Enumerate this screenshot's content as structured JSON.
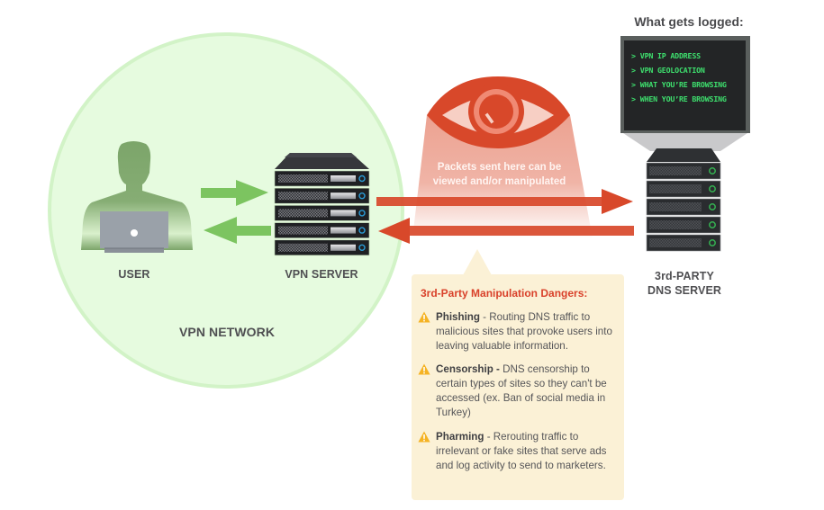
{
  "colors": {
    "network_fill": "#e6fbdf",
    "network_stroke": "#d2f3c7",
    "green_arrow": "#7cc460",
    "red_arrow": "#d8482a",
    "eye_red": "#d8482a",
    "beam": "#eca393",
    "server_dark": "#232427",
    "vpn_led": "#2a9bd6",
    "dns_led": "#35b352",
    "terminal_text": "#3ee06e",
    "danger_title": "#d9412a",
    "danger_bg": "#fbf1d6",
    "warning_icon": "#f5b324"
  },
  "network": {
    "label": "VPN NETWORK",
    "user_label": "USER",
    "vpn_server_label": "VPN SERVER"
  },
  "interception": {
    "icon": "eye-icon",
    "text_line1": "Packets sent here can be",
    "text_line2": "viewed and/or manipulated"
  },
  "logging": {
    "title": "What gets logged:",
    "items": [
      {
        "prompt": ">",
        "text": "VPN IP ADDRESS"
      },
      {
        "prompt": ">",
        "text": "VPN GEOLOCATION"
      },
      {
        "prompt": ">",
        "text": "WHAT YOU’RE BROWSING"
      },
      {
        "prompt": ">",
        "text": "WHEN YOU’RE BROWSING"
      }
    ]
  },
  "dns_server": {
    "label_line1": "3rd-PARTY",
    "label_line2": "DNS SERVER"
  },
  "dangers": {
    "title": "3rd-Party Manipulation Dangers:",
    "items": [
      {
        "icon": "warning-icon",
        "name": "Phishing",
        "separator": " - ",
        "description": "Routing DNS traffic to malicious sites that provoke users into leaving valuable information."
      },
      {
        "icon": "warning-icon",
        "name": "Censorship -",
        "separator": " ",
        "description": "DNS censorship to certain types of sites so they can't be accessed (ex. Ban of social media in Turkey)"
      },
      {
        "icon": "warning-icon",
        "name": "Pharming",
        "separator": "  - ",
        "description": "Rerouting traffic to irrelevant or fake sites that serve ads and log activity to send to marketers."
      }
    ]
  }
}
